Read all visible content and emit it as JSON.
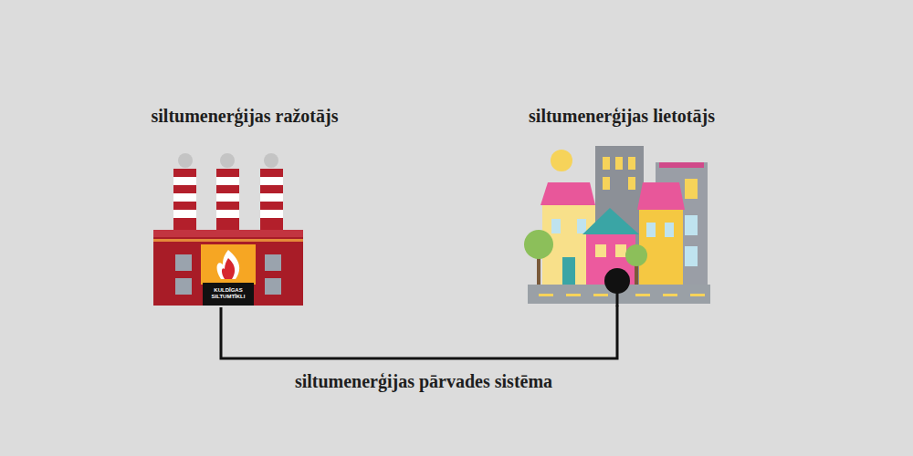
{
  "diagram": {
    "nodes": [
      {
        "text": [
          "siltumenerģijas ražotājs",
          "KULDĪGAS SILTUMTĪKLI"
        ]
      },
      {
        "text": [
          "siltumenerģijas lietotājs"
        ]
      }
    ],
    "edges": [
      {
        "from": 0,
        "to": 1,
        "arrow": "none",
        "label": "siltumenerģijas pārvades sistēma"
      }
    ]
  }
}
